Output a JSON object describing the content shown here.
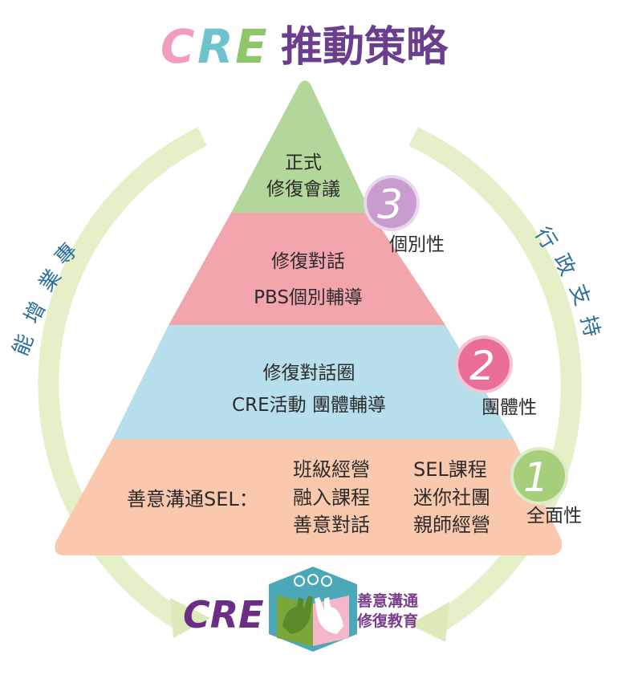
{
  "title": {
    "cre": "CRE",
    "cre_letters": [
      "C",
      "R",
      "E"
    ],
    "cre_colors": [
      "#f29cc0",
      "#6fc3cf",
      "#8fc66a"
    ],
    "chinese": "推動策略",
    "chinese_color": "#6b3f8e"
  },
  "side_labels": {
    "left": [
      "能",
      "增",
      "業",
      "專"
    ],
    "right": [
      "行",
      "政",
      "支",
      "持"
    ]
  },
  "pyramid": {
    "tiers": [
      {
        "lines": [
          "正式",
          "修復會議"
        ],
        "color": "#b3d69a"
      },
      {
        "lines": [
          "修復對話",
          "PBS個別輔導"
        ],
        "color": "#f2a5ad"
      },
      {
        "lines": [
          "修復對話圈",
          "CRE活動 團體輔導"
        ],
        "color": "#b6dfeb"
      },
      {
        "lead": "善意溝通SEL：",
        "col1": [
          "班級經營",
          "融入課程",
          "善意對話"
        ],
        "col2": [
          "SEL課程",
          "迷你社團",
          "親師經營"
        ],
        "color": "#f9c8ad"
      }
    ]
  },
  "levels": [
    {
      "number": "3",
      "label": "個別性",
      "color": "#c89ccf"
    },
    {
      "number": "2",
      "label": "團體性",
      "color": "#ea6f98"
    },
    {
      "number": "1",
      "label": "全面性",
      "color": "#a6cf7c"
    }
  ],
  "logo": {
    "cre": "CRE",
    "line1": "善意溝通",
    "line2": "修復教育"
  },
  "colors": {
    "ring": "#e5efc8",
    "arrow": "#dce9b8",
    "pyramid_top": "#b3d69a",
    "tier2": "#f2a5ad",
    "tier3": "#b6dfeb",
    "tier4": "#f9c8ad"
  }
}
